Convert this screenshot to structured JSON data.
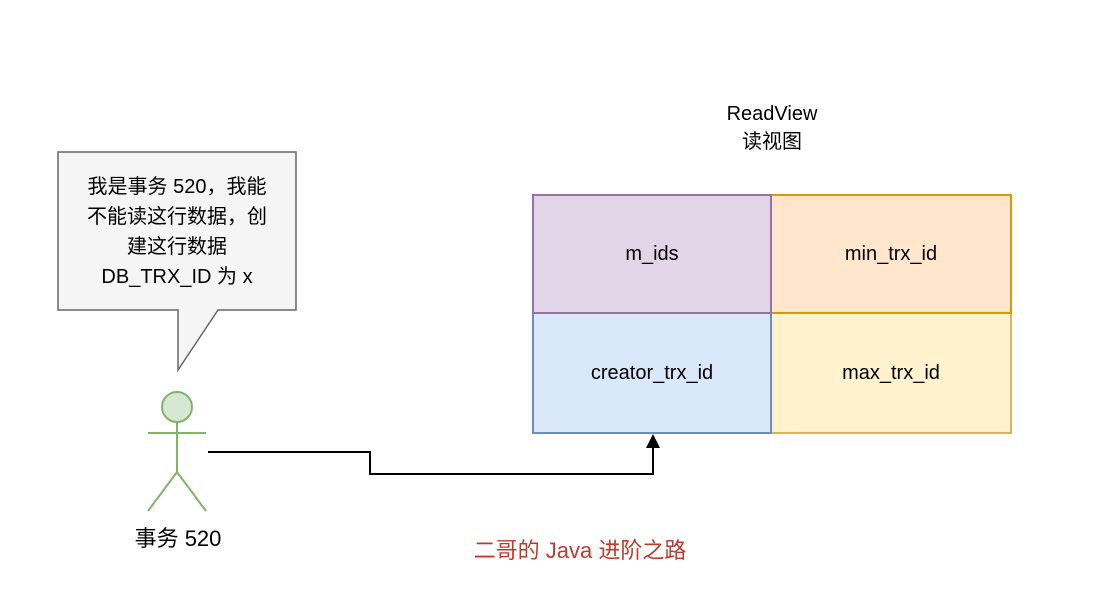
{
  "bubble": {
    "lines": [
      "我是事务 520，我能",
      "不能读这行数据，创",
      "建这行数据",
      "DB_TRX_ID 为 x"
    ],
    "fill": "#f5f5f5",
    "stroke": "#666666"
  },
  "actor": {
    "label": "事务 520",
    "fill": "#d5e8d4",
    "stroke": "#82b366"
  },
  "read_view": {
    "title": "ReadView",
    "subtitle": "读视图",
    "cells": {
      "m_ids": {
        "label": "m_ids",
        "fill": "#e1d5e7",
        "stroke": "#9673a6"
      },
      "min_trx_id": {
        "label": "min_trx_id",
        "fill": "#ffe6cc",
        "stroke": "#d79b00"
      },
      "creator_trx_id": {
        "label": "creator_trx_id",
        "fill": "#dae8fc",
        "stroke": "#6c8ebf"
      },
      "max_trx_id": {
        "label": "max_trx_id",
        "fill": "#fff2cc",
        "stroke": "#d6b656"
      }
    }
  },
  "watermark": {
    "text": "二哥的 Java 进阶之路",
    "color": "#c0392b"
  }
}
